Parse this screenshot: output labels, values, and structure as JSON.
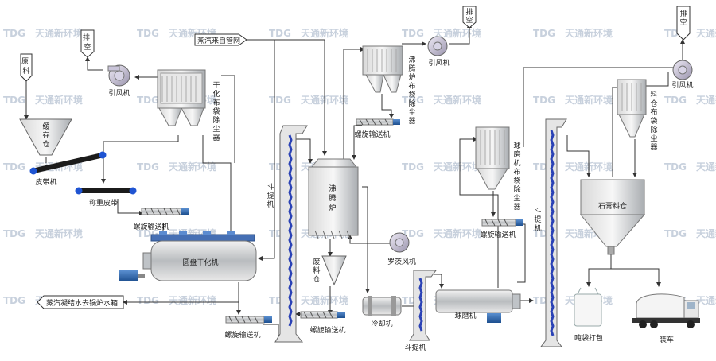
{
  "watermark": {
    "logo": "TDG",
    "company": "天通新环境"
  },
  "labels": {
    "raw_material": "原料",
    "exhaust_1": "排空",
    "exhaust_2": "排空",
    "exhaust_3": "排空",
    "fan_1": "引风机",
    "fan_2": "引风机",
    "fan_3": "引风机",
    "steam_in": "蒸汽来自管网",
    "dryer_bag_filter": "干化布袋除尘器",
    "buffer_bin": "缓存仓",
    "belt_conveyor": "皮带机",
    "weigh_belt": "称重皮带",
    "screw_1": "螺旋输送机",
    "screw_2": "螺旋输送机",
    "screw_3": "螺旋输送机",
    "screw_4": "螺旋输送机",
    "screw_5": "螺旋输送机",
    "disc_dryer": "圆盘干化机",
    "condensate": "蒸汽凝结水去锅炉水箱",
    "elevator_1": "斗提机",
    "elevator_2": "斗提机",
    "elevator_3": "斗提机",
    "boiling_furnace": "沸腾炉",
    "boiling_bag_filter": "沸腾炉布袋除尘器",
    "roots_blower": "罗茨风机",
    "waste_bin": "废料仓",
    "cooler": "冷却机",
    "ball_mill": "球磨机",
    "mill_bag_filter": "球磨机布袋除尘器",
    "gypsum_bin": "石膏料仓",
    "silo_bag_filter": "料仓布袋除尘器",
    "ton_bag": "吨袋打包",
    "truck": "装车"
  }
}
